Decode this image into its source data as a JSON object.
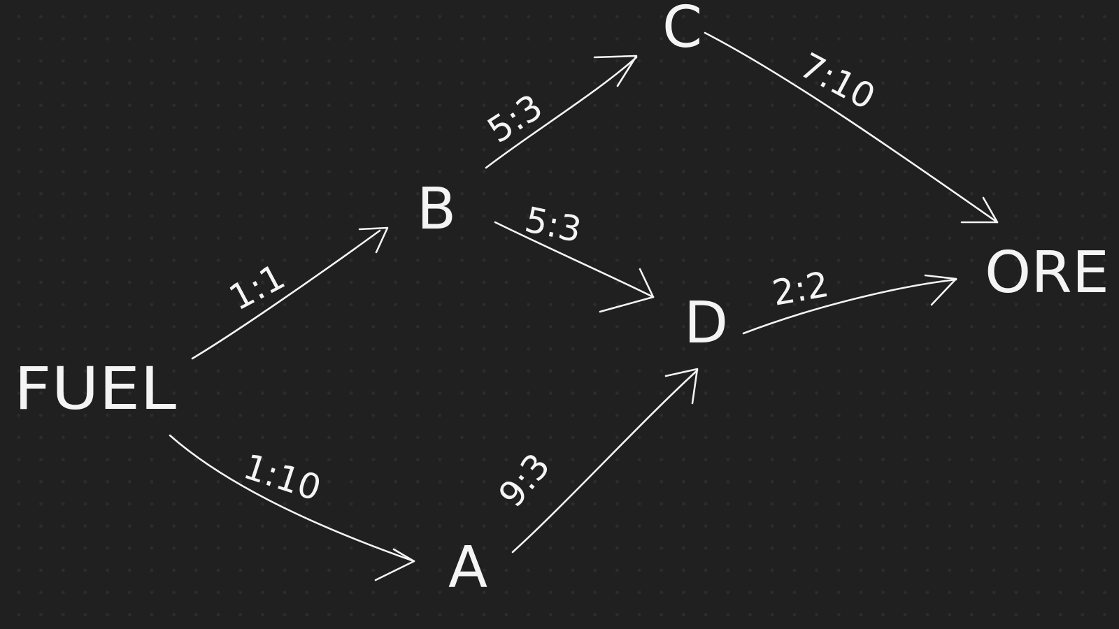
{
  "nodes": {
    "fuel": "FUEL",
    "b": "B",
    "c": "C",
    "a": "A",
    "d": "D",
    "ore": "ORE"
  },
  "edges": {
    "fuel_b": "1:1",
    "fuel_a": "1:10",
    "b_c": "5:3",
    "b_d": "5:3",
    "a_d": "9:3",
    "c_ore": "7:10",
    "d_ore": "2:2"
  },
  "colors": {
    "background": "#202020",
    "grid_dot": "#2c2c2c",
    "ink": "#f4f4f4"
  }
}
